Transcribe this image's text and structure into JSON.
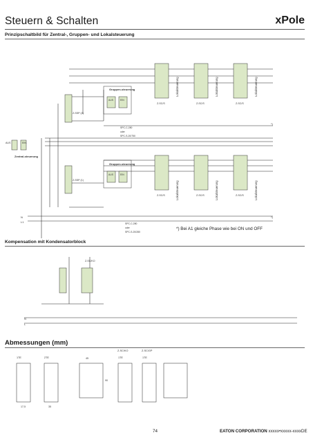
{
  "header": {
    "title": "Steuern & Schalten",
    "brand": "xPole"
  },
  "sections": {
    "principle": "Prinzipschaltbild für Zentral-, Gruppen- und Lokalsteuerung",
    "compensation": "Kompensation mit Kondensatorblock",
    "dimensions": "Abmessungen (mm)"
  },
  "diagram": {
    "group_control": "Gruppen-steuerung",
    "central_control": "Zentral-steuerung",
    "local_control": "Lokalsteuerung",
    "aus": "AUS",
    "ein": "EIN",
    "relay": "Z-SC/S",
    "module": "Z-SC/KO",
    "module_b": "Z-SC/GP",
    "zssp": "Z-SSP (2)",
    "zssp_b": "Z-SSP (1)",
    "spc_1": "SPC-C-280",
    "spc_or": "oder",
    "spc_2a": "SPC-S-20/750",
    "spc_2b": "SPC-S-20/280",
    "rail_n": "N",
    "rail_l": "L1",
    "rail_l_b": "L",
    "star": "*)",
    "mark_1te": "1TE",
    "mark_2te": "2TE",
    "dim_a": "90",
    "dim_b": "45",
    "dim_c": "17,5",
    "dim_d": "35"
  },
  "footnote": "*)   Bei A1 gleiche Phase wie bei ON und OFF",
  "footer": {
    "page": "74",
    "company": "EATON CORPORATION",
    "code": "xxxxx•xxxxx-xxxxDE"
  }
}
